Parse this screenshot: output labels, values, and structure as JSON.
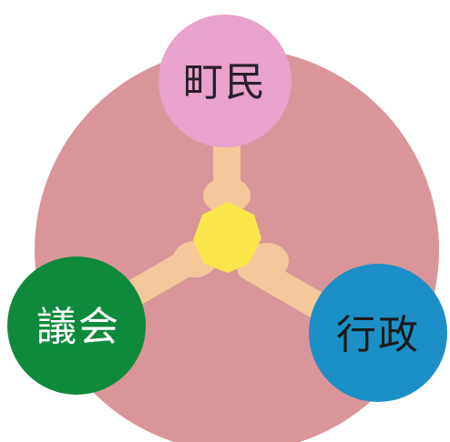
{
  "colors": {
    "background_circle": "#d9959a",
    "background_circle_edge": "#cf8a90",
    "arm": "#f6c79b",
    "arm_shadow": "#eab48a",
    "hub": "#fae64b",
    "town_people_circle": "#e8a2cb",
    "assembly_circle": "#0f8a3c",
    "administration_circle": "#1c8fc6",
    "town_people_text": "#2a1f2a",
    "assembly_text": "#ffffff",
    "administration_text": "#1a1a1a"
  },
  "nodes": {
    "town_people": {
      "label": "町民"
    },
    "assembly": {
      "label": "議会"
    },
    "administration": {
      "label": "行政"
    }
  }
}
